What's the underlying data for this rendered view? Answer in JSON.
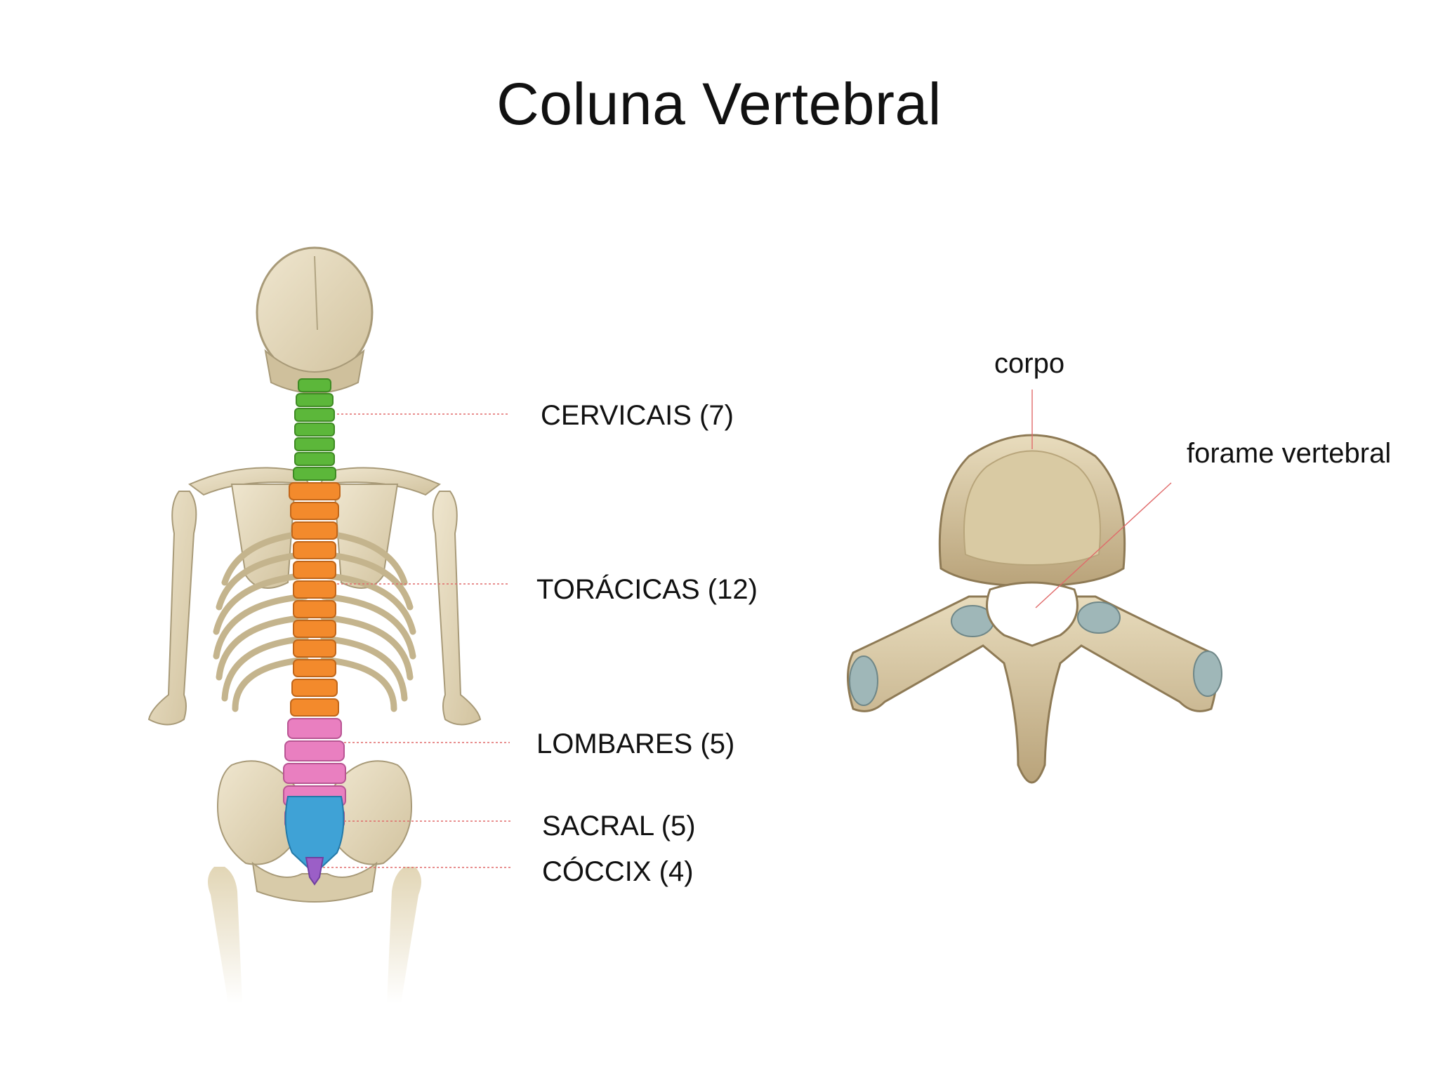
{
  "slide": {
    "title": "Coluna Vertebral"
  },
  "spine_labels": {
    "cervicais": "CERVICAIS (7)",
    "toracicas": "TORÁCICAS (12)",
    "lombares": "LOMBARES (5)",
    "sacral": "SACRAL (5)",
    "coccix": "CÓCCIX (4)"
  },
  "vertebra_labels": {
    "corpo": "corpo",
    "forame": "forame vertebral"
  },
  "colors": {
    "bone": "#e7dcc0",
    "bone_shadow": "#c9b994",
    "cervical": "#5cb73a",
    "thoracic": "#f38a2c",
    "lumbar": "#e97fc0",
    "sacral": "#3fa2d6",
    "coccyx": "#9b5fc7",
    "leader_line": "#e06a6a"
  }
}
